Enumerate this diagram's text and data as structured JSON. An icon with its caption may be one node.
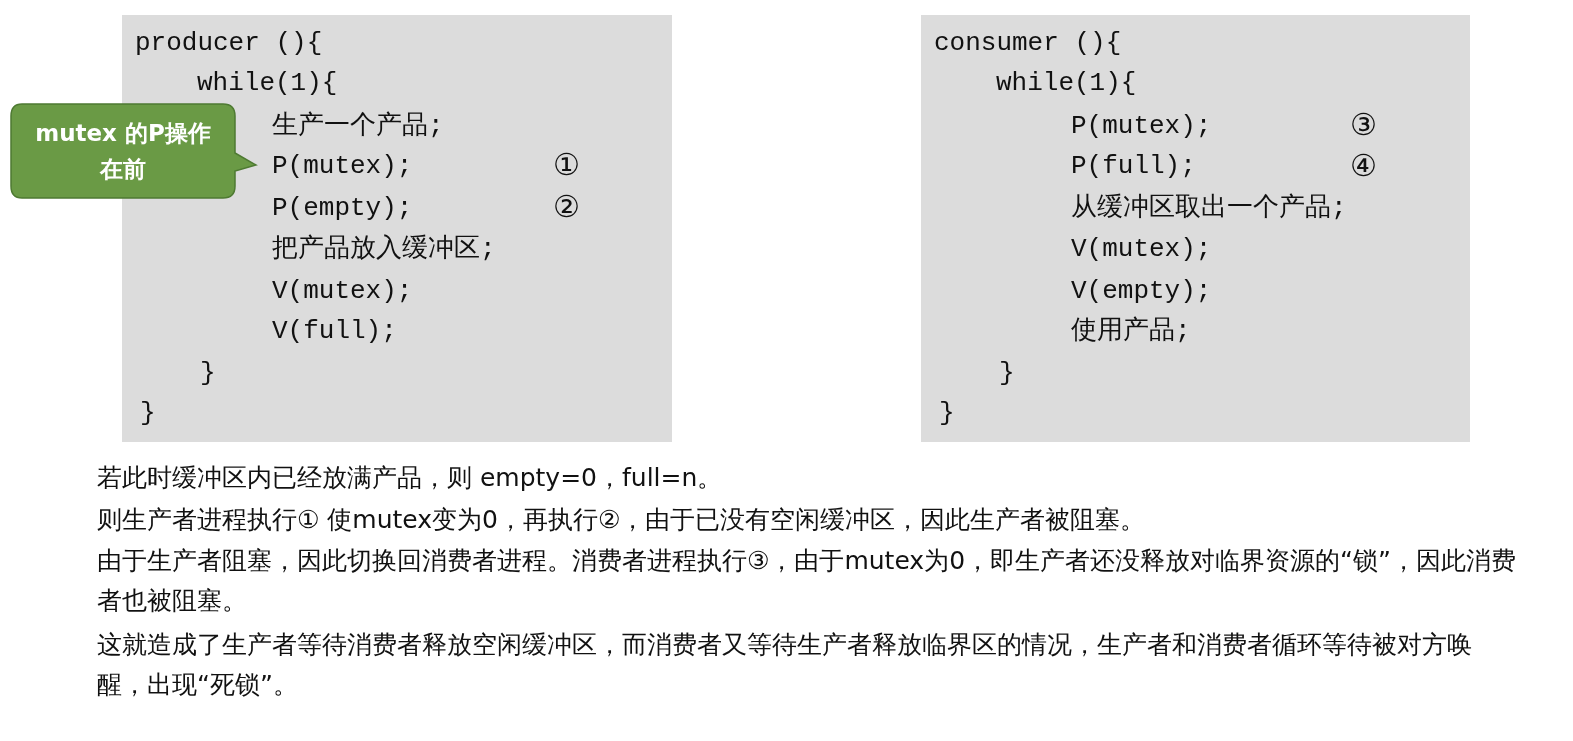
{
  "diagram": {
    "nodes": [
      {
        "text": [
          "producer (){",
          "while(1){",
          "生产一个产品;",
          "P(mutex);",
          "P(empty);",
          "把产品放入缓冲区;",
          "V(mutex);",
          "V(full);",
          "}",
          "}"
        ]
      },
      {
        "text": [
          "consumer (){",
          "while(1){",
          "P(mutex);",
          "P(full);",
          "从缓冲区取出一个产品;",
          "V(mutex);",
          "V(empty);",
          "使用产品;",
          "}",
          "}"
        ]
      },
      {
        "text": [
          "mutex 的P操作在前"
        ]
      }
    ],
    "labels": [
      "①",
      "②",
      "③",
      "④",
      "若此时缓冲区内已经放满产品，则 empty=0，full=n。",
      "则生产者进程执行① 使mutex变为0，再执行②，由于已没有空闲缓冲区，因此生产者被阻塞。",
      "由于生产者阻塞，因此切换回消费者进程。消费者进程执行③，由于mutex为0，即生产者还没释放对临界资源的“锁”，因此消费者也被阻塞。",
      "这就造成了生产者等待消费者释放空闲缓冲区，而消费者又等待生产者释放临界区的情况，生产者和消费者循环等待被对方唤醒，出现“死锁”。"
    ]
  }
}
